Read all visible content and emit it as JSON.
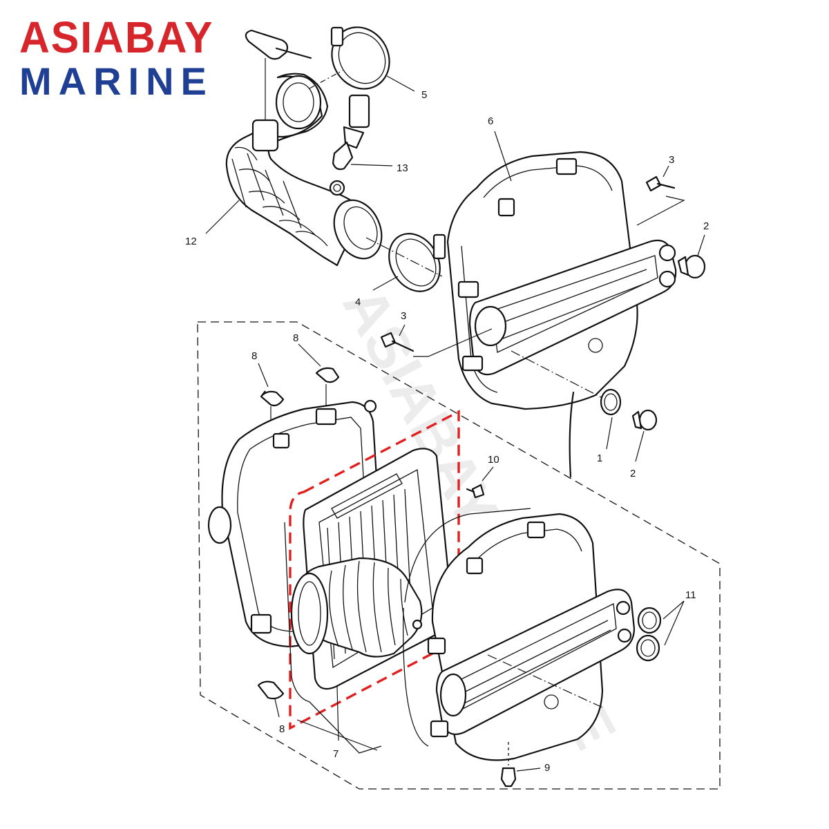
{
  "brand": {
    "line1": "ASIABAY",
    "line2": "MARINE",
    "color_red": "#d7262b",
    "color_blue": "#1f3f95"
  },
  "watermark_text": "ASIABAY MARINE",
  "highlight_color": "#e0201f",
  "callouts": [
    {
      "id": "c1",
      "label": "1"
    },
    {
      "id": "c2a",
      "label": "2"
    },
    {
      "id": "c2b",
      "label": "2"
    },
    {
      "id": "c3a",
      "label": "3"
    },
    {
      "id": "c3b",
      "label": "3"
    },
    {
      "id": "c4",
      "label": "4"
    },
    {
      "id": "c5",
      "label": "5"
    },
    {
      "id": "c6",
      "label": "6"
    },
    {
      "id": "c7",
      "label": "7"
    },
    {
      "id": "c8a",
      "label": "8"
    },
    {
      "id": "c8b",
      "label": "8"
    },
    {
      "id": "c8c",
      "label": "8"
    },
    {
      "id": "c9",
      "label": "9"
    },
    {
      "id": "c10",
      "label": "10"
    },
    {
      "id": "c11",
      "label": "11"
    },
    {
      "id": "c12",
      "label": "12"
    },
    {
      "id": "c13",
      "label": "13"
    }
  ]
}
